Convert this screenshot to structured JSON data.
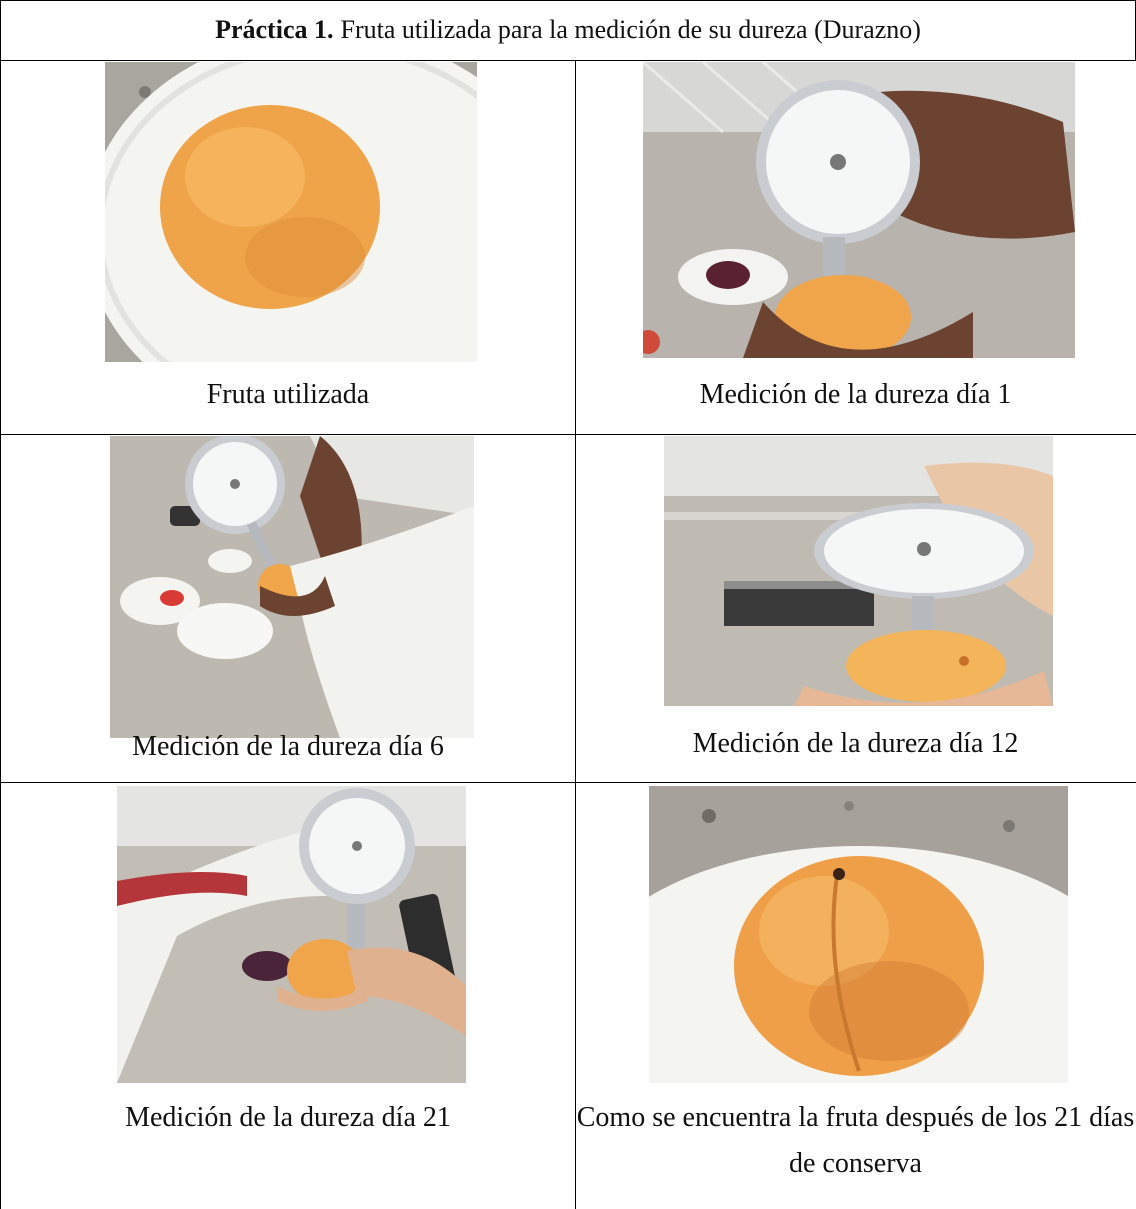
{
  "title": {
    "bold": "Práctica 1.",
    "rest": "Fruta utilizada para la medición de su dureza (Durazno)"
  },
  "cells": [
    {
      "caption": "Fruta utilizada"
    },
    {
      "caption": "Medición de la dureza día 1"
    },
    {
      "caption": "Medición de la dureza día 6"
    },
    {
      "caption": "Medición de la dureza día 12"
    },
    {
      "caption": "Medición de la dureza día 21"
    },
    {
      "caption": "Como se encuentra la fruta después de los 21 días de conserva"
    }
  ],
  "colors": {
    "peach": "#f2a94a",
    "peach_dark": "#d9822e",
    "granite": "#b9b6b0",
    "plate": "#f4f4f2",
    "skin": "#6b4330",
    "coat": "#eeeeea",
    "gauge_metal": "#c9ccd0"
  }
}
